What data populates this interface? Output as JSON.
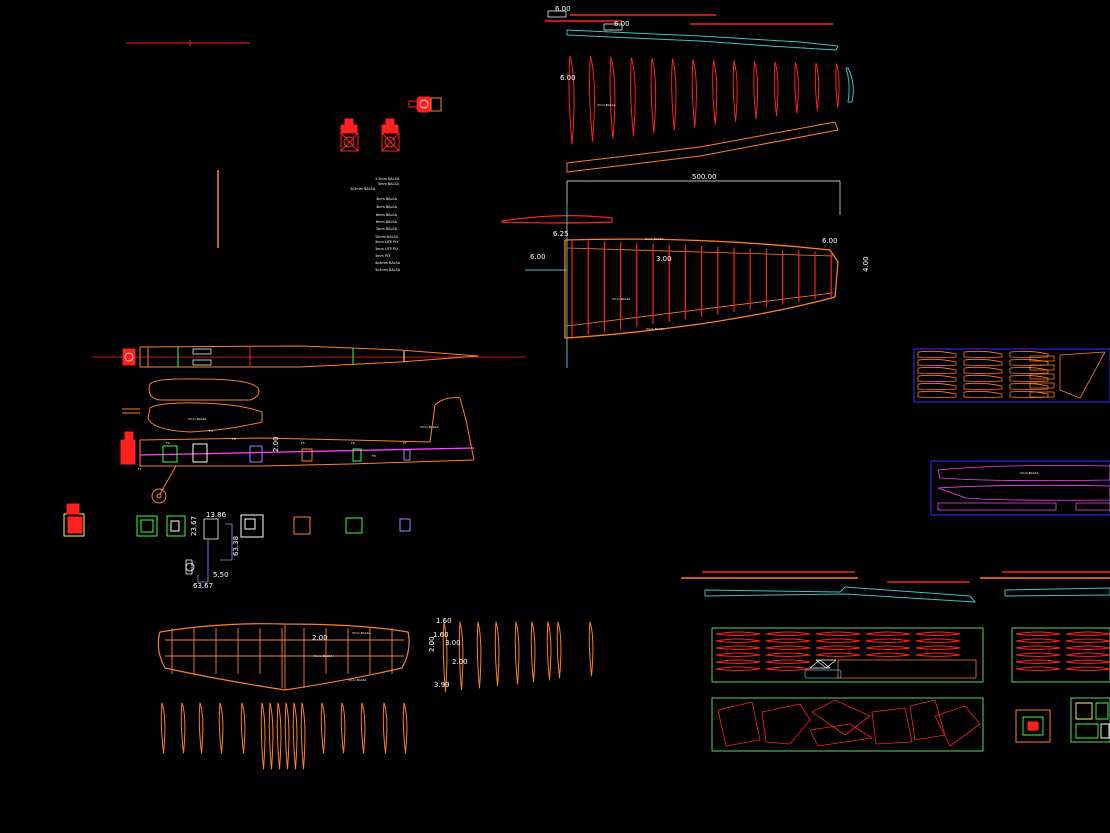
{
  "drawing": {
    "background": "#000000",
    "colors": {
      "red": "#ff2020",
      "orange": "#ff8020",
      "cyan": "#40c0c0",
      "white": "#ffffff",
      "green": "#40ff40",
      "magenta": "#ff40ff",
      "blue": "#3030ff",
      "yellow": "#ffff40",
      "lightgreen": "#60d060",
      "violet": "#b080ff"
    },
    "dimensions": {
      "wing_span": "500.00",
      "wing_root_top": "6.00",
      "wing_tip": "6.00",
      "wing_root_side": "6.00",
      "spar_offset": "6.25",
      "rib_spacing": "3.00",
      "tip_height": "4.00",
      "top_strip_a": "6.00",
      "top_strip_b": "6.00",
      "rib_panel_height": "6.00",
      "tail_a": "2.00",
      "tail_b": "2.00",
      "rib_dim_a": "1.60",
      "rib_dim_b": "1.60",
      "rib_dim_c": "3.00",
      "rib_dim_d": "2.00",
      "rib_dim_e": "3.99",
      "gear_a": "13.86",
      "gear_b": "23.67",
      "gear_c": "63.38",
      "gear_d": "63.67",
      "gear_e": "5.50",
      "fuselage_dim": "2.00"
    },
    "material_legend": [
      "1.5mm BALSA",
      "3mm BALSA",
      "3x3mm BALSA",
      "3mm BALSA",
      "3mm BALSA",
      "6mm BALSA",
      "6mm BALSA",
      "3mm BALSA",
      "10mm BALSA",
      "3mm LITE PLY",
      "3mm LITE PLY",
      "3mm PLY",
      "4x4mm BALSA",
      "3x3mm BALSA"
    ],
    "part_labels": {
      "former_1": "F1",
      "former_2": "F2",
      "former_3": "F3",
      "former_4": "F4",
      "former_5": "F5",
      "former_6": "F6",
      "former_7": "F7",
      "former_8": "F8",
      "fin_note": "3mm BALSA",
      "fuse_note": "3mm BALSA",
      "wing_note_a": "3mm BALSA",
      "wing_note_b": "3mm BALSA",
      "wing_note_c": "3mm BALSA",
      "stab_note_a": "3mm BALSA",
      "stab_note_b": "3mm BALSA",
      "stab_note_c": "3mm BALSA",
      "sheet_note": "3mm BALSA"
    }
  }
}
